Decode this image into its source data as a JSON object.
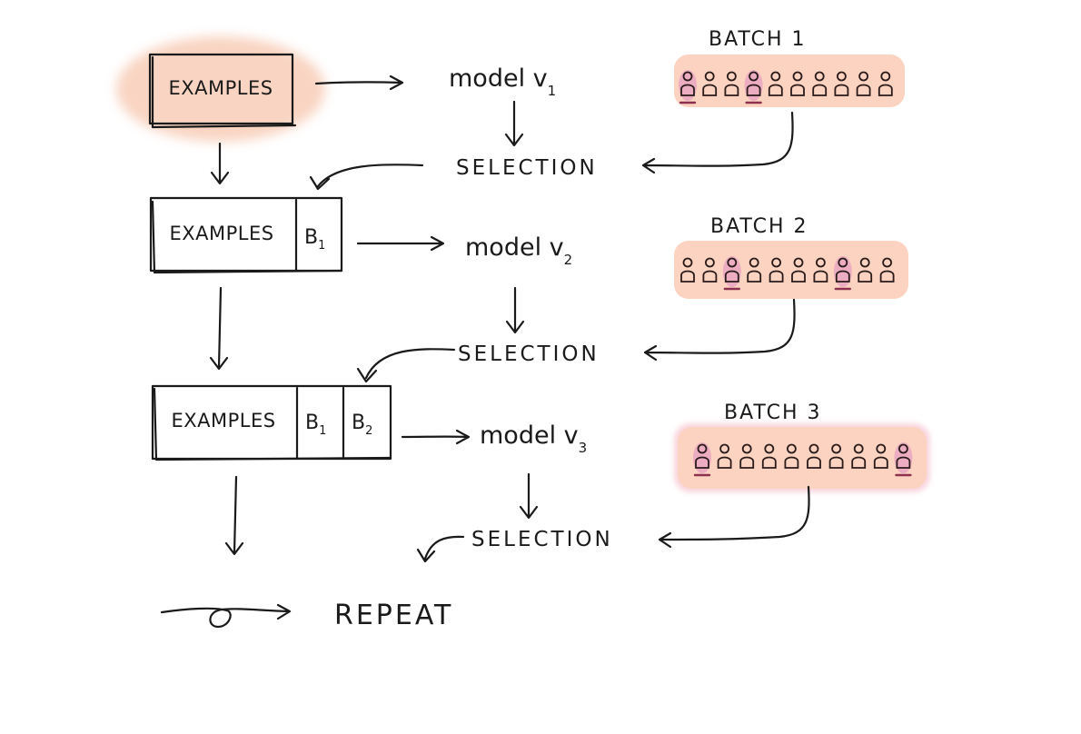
{
  "colors": {
    "ink": "#1a1a1a",
    "highlight_box": "#f4b6b8",
    "highlight_glow": "#f8cdb8",
    "batch_band": "#fbd3c0",
    "selected_mark": "#8e3050",
    "selected_glow": "#e9a3c0"
  },
  "rows": [
    {
      "examples_label": "EXAMPLES",
      "batches_in_set": [],
      "model_label": "model v",
      "model_version": "1",
      "selection_label": "SELECTION",
      "batch_title": "BATCH 1",
      "batch_size": 10,
      "selected_indices": [
        0,
        3
      ]
    },
    {
      "examples_label": "EXAMPLES",
      "batches_in_set": [
        {
          "letter": "B",
          "sub": "1"
        }
      ],
      "model_label": "model v",
      "model_version": "2",
      "selection_label": "SELECTION",
      "batch_title": "BATCH 2",
      "batch_size": 10,
      "selected_indices": [
        2,
        7
      ]
    },
    {
      "examples_label": "EXAMPLES",
      "batches_in_set": [
        {
          "letter": "B",
          "sub": "1"
        },
        {
          "letter": "B",
          "sub": "2"
        }
      ],
      "model_label": "model v",
      "model_version": "3",
      "selection_label": "SELECTION",
      "batch_title": "BATCH 3",
      "batch_size": 10,
      "selected_indices": [
        0,
        9
      ]
    }
  ],
  "repeat_label": "REPEAT",
  "repeat_icon": "loop-arrow-icon"
}
